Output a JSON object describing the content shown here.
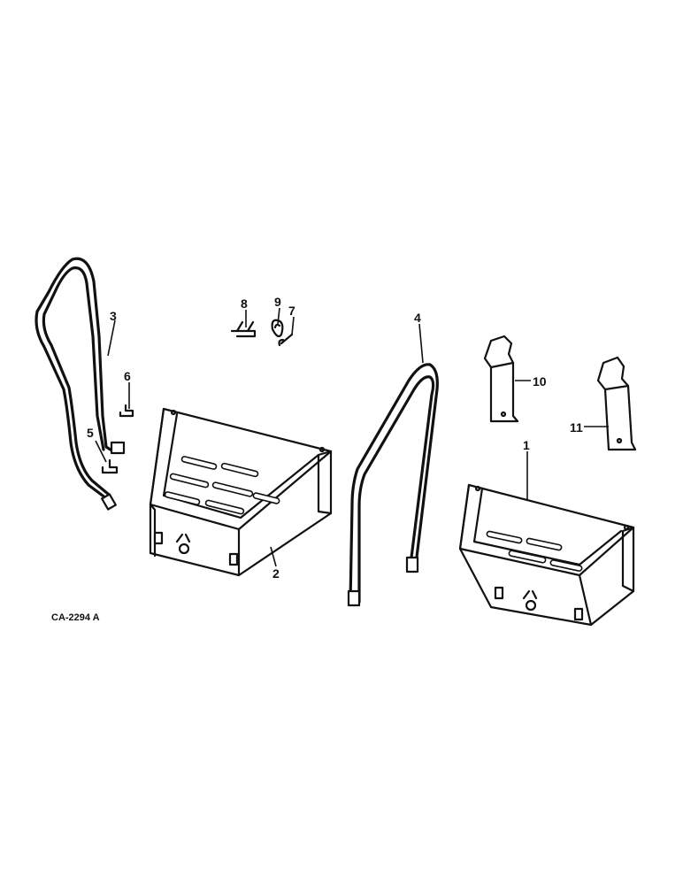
{
  "figure_ref": "CA-2294 A",
  "callouts": [
    "1",
    "2",
    "3",
    "4",
    "5",
    "6",
    "7",
    "8",
    "9",
    "10",
    "11"
  ]
}
